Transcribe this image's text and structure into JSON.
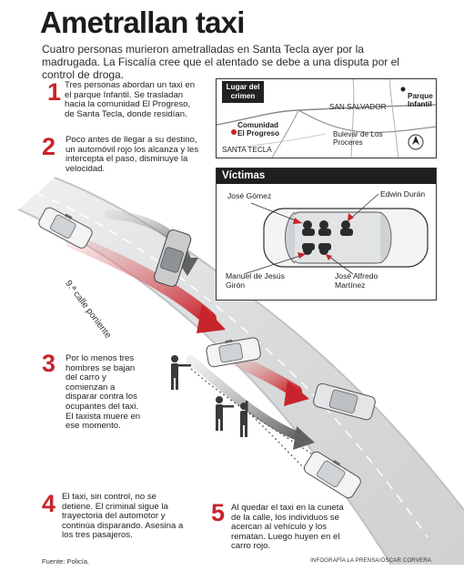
{
  "header": {
    "title": "Ametrallan taxi",
    "subtitle": "Cuatro personas murieron ametralladas en Santa Tecla ayer por la madrugada. La Fiscalía cree que el atentado se debe a una disputa por el control de droga."
  },
  "steps": [
    {
      "number": "1",
      "text": "Tres personas abordan un taxi en el parque Infantil. Se trasladan hacia la comunidad El Progreso, de Santa Tecla, donde residían."
    },
    {
      "number": "2",
      "text": "Poco antes de llegar a su destino, un automóvil rojo los alcanza y les intercepta el paso, disminuye la velocidad."
    },
    {
      "number": "3",
      "text": "Por lo menos tres hombres se bajan del carro y comienzan a disparar contra los ocupantes del taxi. El taxista muere en ese momento."
    },
    {
      "number": "4",
      "text": "El taxi, sin control, no se detiene. El criminal sigue la trayectoria del automotor y continúa disparando. Asesina a los tres pasajeros."
    },
    {
      "number": "5",
      "text": "Al quedar el taxi en la cuneta de la calle, los individuos se acercan al vehículo y los rematan. Luego huyen en el carro rojo."
    }
  ],
  "street_label": "9.ª calle poniente",
  "map": {
    "crime_label": "Lugar del crimen",
    "labels": {
      "community": "Comunidad El Progreso",
      "santa_tecla": "SANTA TECLA",
      "san_salvador": "SAN SALVADOR",
      "parque": "Parque Infantil",
      "bulevar": "Bulevar de Los Proceres"
    },
    "north_icon": "north-arrow-icon"
  },
  "victims": {
    "heading": "Víctimas",
    "names": {
      "gomez": "José Gómez",
      "duran": "Edwin Durán",
      "giron": "Manuel de Jesús Girón",
      "martinez": "José Alfredo Martínez"
    }
  },
  "footer": {
    "source": "Fuente: Policía.",
    "credit": "INFOGRAFÍA LA PRENSA/ÓSCAR CORVERA"
  },
  "colors": {
    "accent_red": "#c8242b",
    "road": "#d9dbdc",
    "arrow_gray": "#6d6f72",
    "dark": "#1f1f1f"
  }
}
